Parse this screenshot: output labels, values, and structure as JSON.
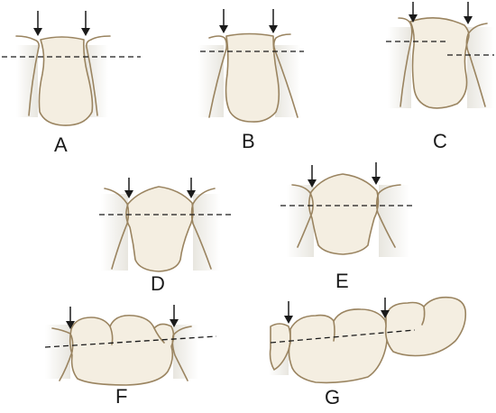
{
  "figure": {
    "panel_labels": {
      "a": "A",
      "b": "B",
      "c": "C",
      "d": "D",
      "e": "E",
      "f": "F",
      "g": "G"
    },
    "colors": {
      "tooth_fill": "#f4eee1",
      "outline": "#9a8460",
      "shadow": "#e8e6df",
      "line": "#1a1a1a"
    }
  }
}
